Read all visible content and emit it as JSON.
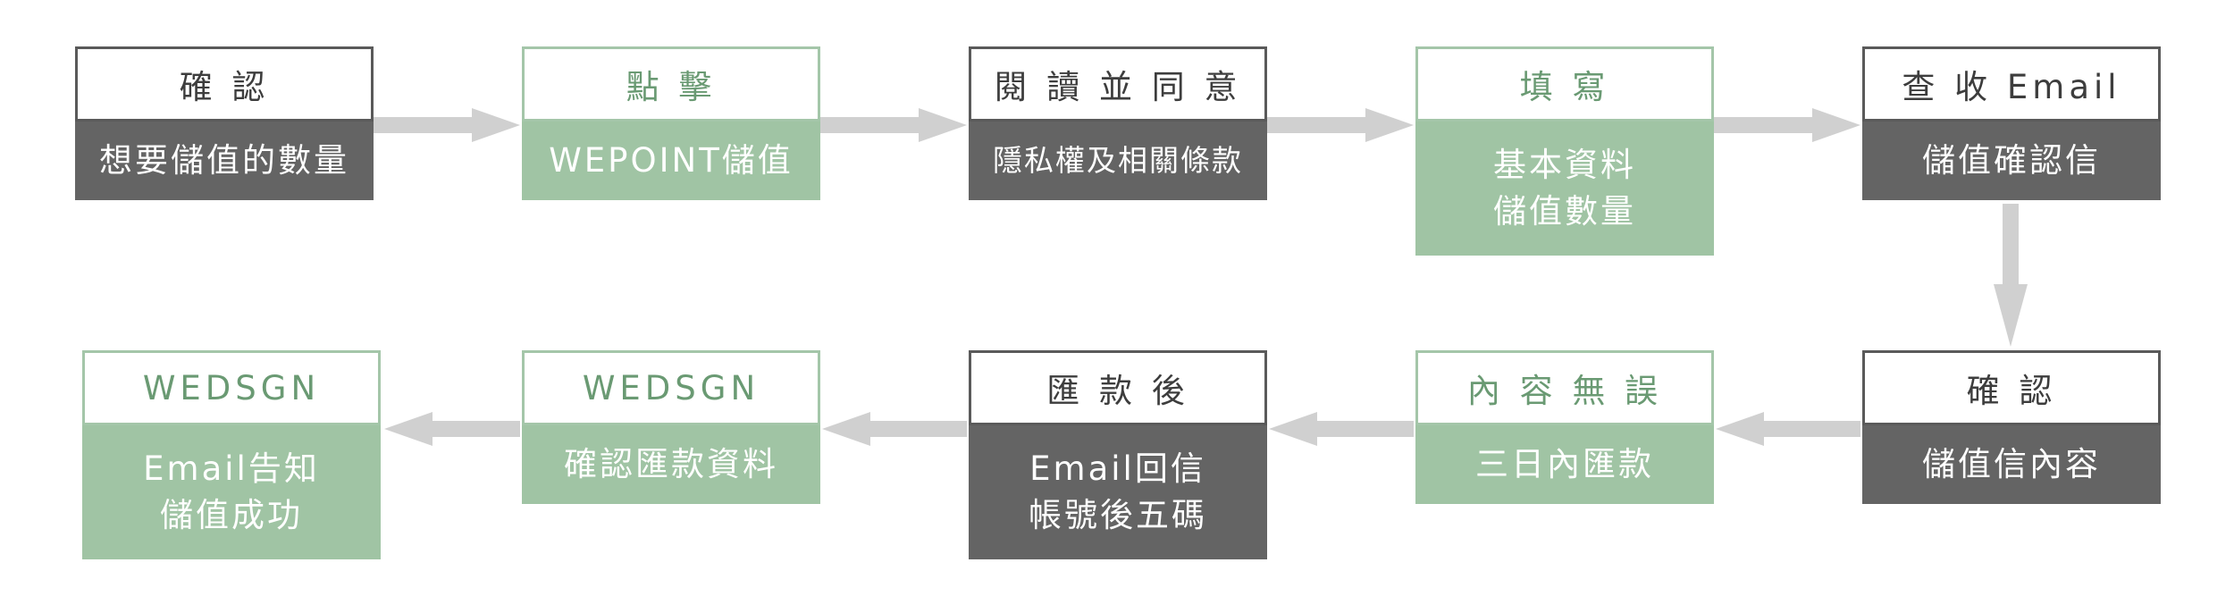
{
  "steps": [
    {
      "title": "確 認",
      "lines": [
        "想要儲值的數量"
      ]
    },
    {
      "title": "點 擊",
      "lines": [
        "WEPOINT儲值"
      ]
    },
    {
      "title": "閱 讀 並 同 意",
      "lines": [
        "隱私權及相關條款"
      ]
    },
    {
      "title": "填 寫",
      "lines": [
        "基本資料",
        "儲值數量"
      ]
    },
    {
      "title": "查 收 Email",
      "lines": [
        "儲值確認信"
      ]
    },
    {
      "title": "確 認",
      "lines": [
        "儲值信內容"
      ]
    },
    {
      "title": "內 容 無 誤",
      "lines": [
        "三日內匯款"
      ]
    },
    {
      "title": "匯 款 後",
      "lines": [
        "Email回信",
        "帳號後五碼"
      ]
    },
    {
      "title": "WEDSGN",
      "lines": [
        "確認匯款資料"
      ]
    },
    {
      "title": "WEDSGN",
      "lines": [
        "Email告知",
        "儲值成功"
      ]
    }
  ],
  "colors": {
    "dark_fill": "#646464",
    "dark_border": "#5a5a5a",
    "green_fill": "#a0c4a4",
    "green_text": "#6a9a73",
    "arrow": "#d0d0d0"
  }
}
